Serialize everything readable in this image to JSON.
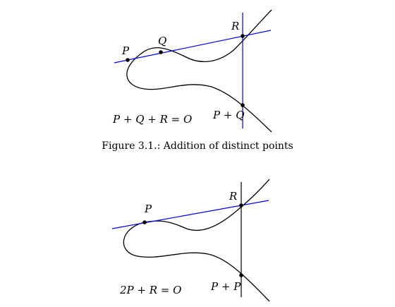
{
  "figure1": {
    "points": {
      "p": "P",
      "q": "Q",
      "r": "R",
      "sum": "P + Q"
    },
    "equation": "P + Q + R = O",
    "caption": "Figure 3.1.: Addition of distinct points",
    "colors": {
      "curve": "#000000",
      "secant": "#0000ee",
      "vertical": "#0000ee"
    }
  },
  "figure2": {
    "points": {
      "p": "P",
      "r": "R",
      "sum": "P + P"
    },
    "equation": "2P + R = O",
    "colors": {
      "curve": "#000000",
      "tangent": "#0000ee",
      "vertical": "#000000"
    }
  }
}
